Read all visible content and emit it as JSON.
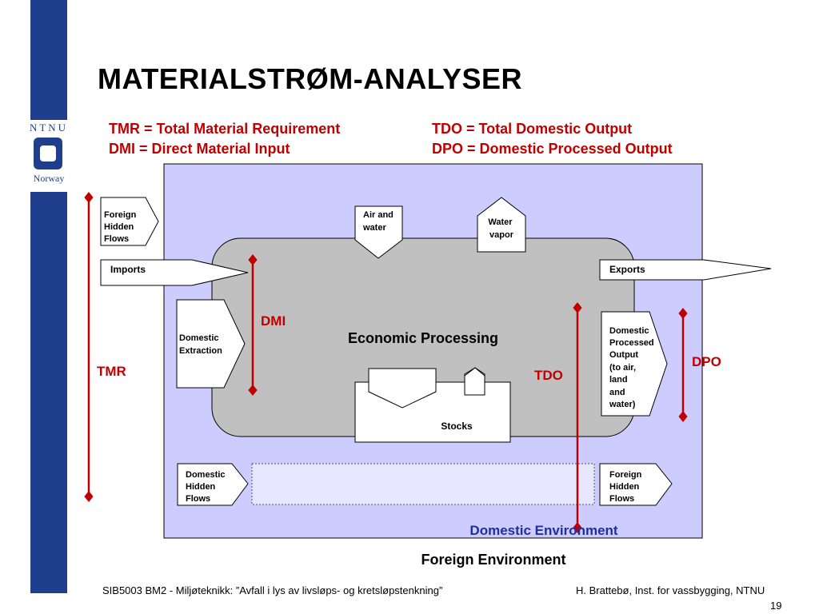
{
  "slide": {
    "title": "MATERIALSTRØM-ANALYSER",
    "logo": {
      "top": "NTNU",
      "bottom": "Norway"
    },
    "definitions": {
      "tmr": "TMR = Total Material Requirement",
      "dmi": "DMI = Direct Material Input",
      "tdo": "TDO = Total Domestic Output",
      "dpo": "DPO = Domestic Processed Output"
    },
    "footer": {
      "left": "SIB5003 BM2 - Miljøteknikk: ”Avfall i lys av livsløps- og kretsløpstenkning”",
      "right": "H. Brattebø, Inst. for vassbygging, NTNU",
      "page": "19"
    }
  },
  "diagram": {
    "foreign_hidden_flows_in": [
      "Foreign",
      "Hidden",
      "Flows"
    ],
    "imports": "Imports",
    "air_and_water": [
      "Air and",
      "water"
    ],
    "water_vapor": [
      "Water",
      "vapor"
    ],
    "exports": "Exports",
    "domestic_extraction": [
      "Domestic",
      "Extraction"
    ],
    "dmi": "DMI",
    "economic_processing": "Economic Processing",
    "tmr": "TMR",
    "tdo": "TDO",
    "dpo": "DPO",
    "domestic_processed_output": [
      "Domestic",
      "Processed",
      "Output",
      "(to air,",
      "land",
      "and",
      "water)"
    ],
    "stocks": "Stocks",
    "domestic_hidden_flows": [
      "Domestic",
      "Hidden",
      "Flows"
    ],
    "foreign_hidden_flows_out": [
      "Foreign",
      "Hidden",
      "Flows"
    ],
    "domestic_environment": "Domestic Environment",
    "foreign_environment": "Foreign Environment"
  },
  "colors": {
    "sidebar": "#1f3e8c",
    "domestic_env": "#ccccff",
    "economy": "#c0c0c0",
    "accent_red": "#c00000",
    "arrow_red": "#c00000",
    "domestic_env_label": "#1f2f9c"
  }
}
